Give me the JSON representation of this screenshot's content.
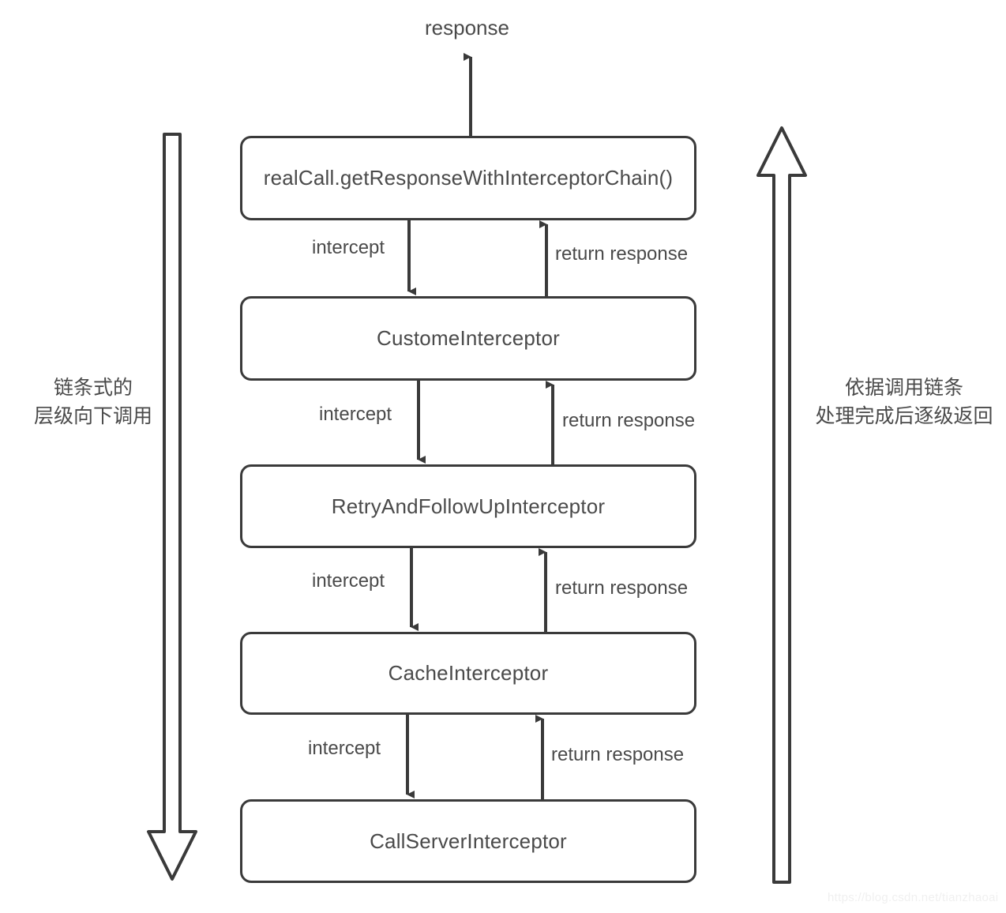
{
  "diagram": {
    "title_text": "response",
    "nodes": [
      {
        "id": "real-call",
        "label": "realCall.getResponseWithInterceptorChain()"
      },
      {
        "id": "custome-interceptor",
        "label": "CustomeInterceptor"
      },
      {
        "id": "retry-and-follow-up-interceptor",
        "label": "RetryAndFollowUpInterceptor"
      },
      {
        "id": "cache-interceptor",
        "label": "CacheInterceptor"
      },
      {
        "id": "call-server-interceptor",
        "label": "CallServerInterceptor"
      }
    ],
    "edges": [
      {
        "down_label": "intercept",
        "up_label": "return response"
      },
      {
        "down_label": "intercept",
        "up_label": "return response"
      },
      {
        "down_label": "intercept",
        "up_label": "return response"
      },
      {
        "down_label": "intercept",
        "up_label": "return response"
      }
    ],
    "side_notes": {
      "left_line1": "链条式的",
      "left_line2": "层级向下调用",
      "right_line1": "依据调用链条",
      "right_line2": "处理完成后逐级返回"
    },
    "watermark": "https://blog.csdn.net/tianzhaoai",
    "colors": {
      "stroke": "#3a3a3a",
      "text": "#4a4a4a",
      "background": "#ffffff",
      "watermark": "#f0f0f0"
    }
  }
}
